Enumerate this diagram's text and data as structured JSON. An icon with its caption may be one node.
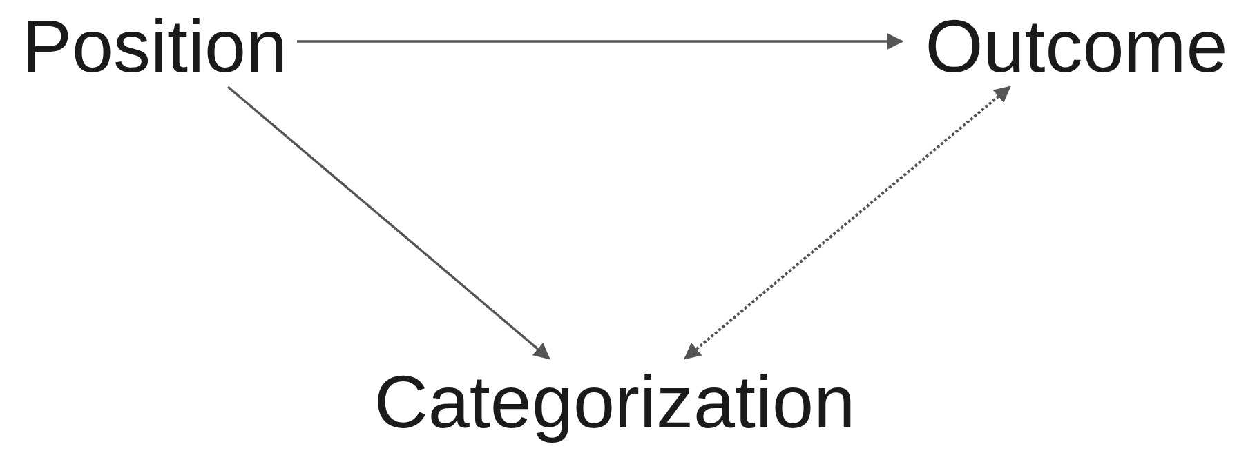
{
  "diagram": {
    "nodes": [
      {
        "text": [
          "Position"
        ]
      },
      {
        "text": [
          "Outcome"
        ]
      },
      {
        "text": [
          "Categorization"
        ]
      }
    ],
    "edges": [
      {
        "from": 0,
        "to": 1,
        "arrow": "to"
      },
      {
        "from": 0,
        "to": 2,
        "arrow": "to"
      },
      {
        "from": 1,
        "to": 2,
        "arrow": "both",
        "style": "dashed"
      }
    ]
  }
}
